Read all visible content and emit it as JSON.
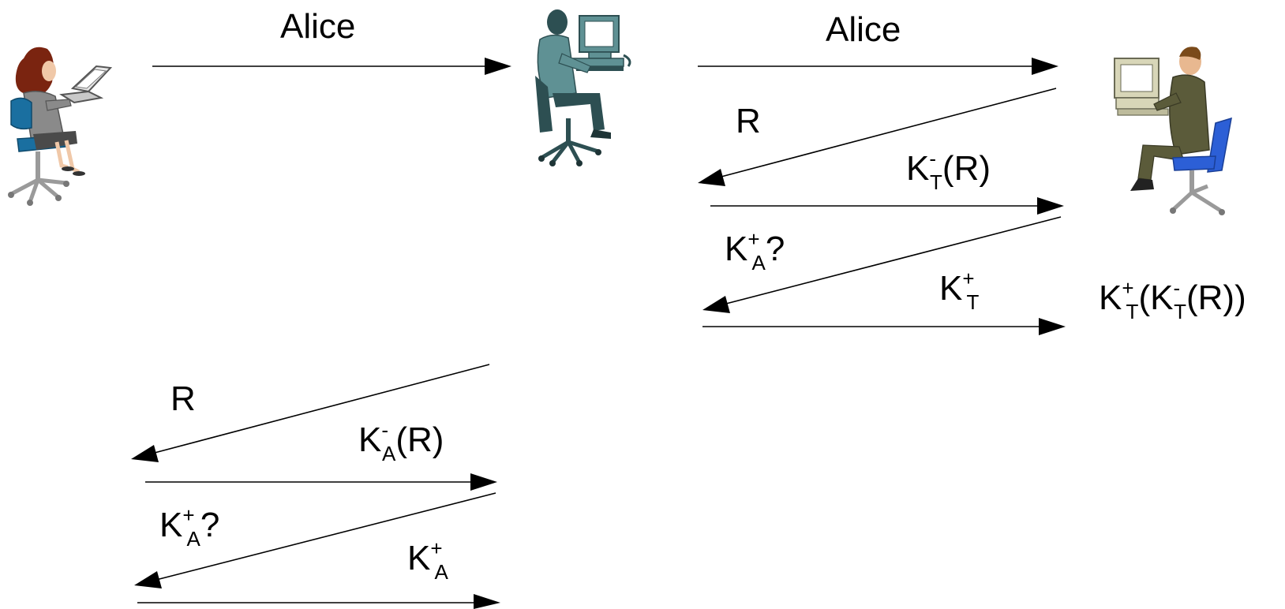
{
  "actors": {
    "left": {
      "icon": "woman-at-laptop-icon"
    },
    "middle": {
      "icon": "man-at-computer-icon"
    },
    "right": {
      "icon": "man-at-computer-icon"
    }
  },
  "messages": {
    "top_left": "Alice",
    "top_right": "Alice",
    "r1": "R",
    "k_t_minus": {
      "base": "K",
      "sup": "-",
      "sub": "T",
      "tail": "(R)"
    },
    "k_a_plus_q1": {
      "base": "K",
      "sup": "+",
      "sub": "A",
      "tail": "?"
    },
    "k_t_plus": {
      "base": "K",
      "sup": "+",
      "sub": "T"
    },
    "verify": {
      "p1": "K",
      "s1": "+",
      "b1": "T",
      "p2": "(K",
      "s2": "-",
      "b2": "T",
      "p3": "(R))"
    },
    "r2": "R",
    "k_a_minus": {
      "base": "K",
      "sup": "-",
      "sub": "A",
      "tail": "(R)"
    },
    "k_a_plus_q2": {
      "base": "K",
      "sup": "+",
      "sub": "A",
      "tail": "?"
    },
    "k_a_plus": {
      "base": "K",
      "sup": "+",
      "sub": "A"
    }
  },
  "colors": {
    "alice_hair": "#7a2410",
    "alice_chair": "#1a6fa0",
    "alice_suit": "#8a8a8a",
    "middle_person": "#5f9194",
    "middle_dark": "#2d4f52",
    "right_suit": "#5b5b3a",
    "right_chair": "#2c5fd6",
    "computer_beige": "#d8d6b8"
  }
}
